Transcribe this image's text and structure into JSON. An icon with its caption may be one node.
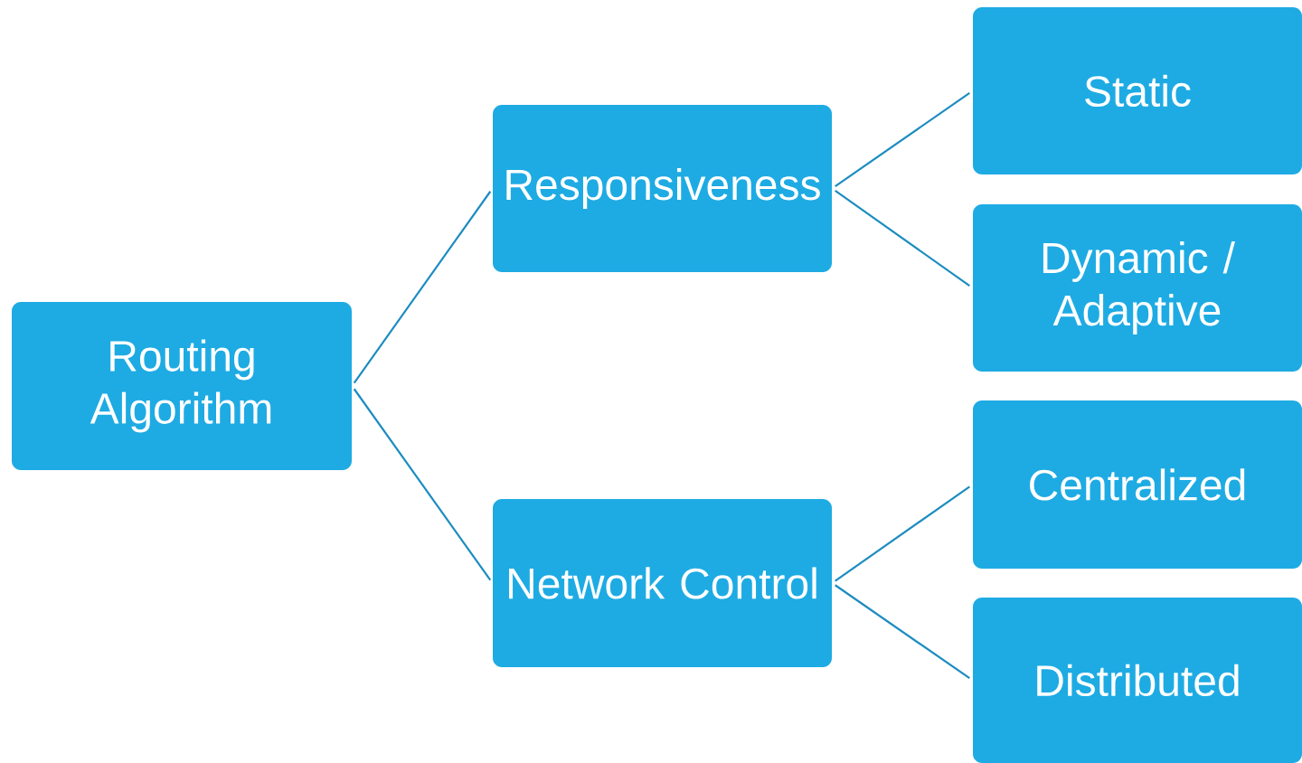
{
  "diagram": {
    "nodes": [
      {
        "text": [
          "Routing Algorithm"
        ]
      },
      {
        "text": [
          "Responsiveness"
        ]
      },
      {
        "text": [
          "Network Control"
        ]
      },
      {
        "text": [
          "Static"
        ]
      },
      {
        "text": [
          "Dynamic / Adaptive"
        ]
      },
      {
        "text": [
          "Centralized"
        ]
      },
      {
        "text": [
          "Distributed"
        ]
      }
    ],
    "edges": [
      {
        "from": 0,
        "to": 1,
        "arrow": "none"
      },
      {
        "from": 0,
        "to": 2,
        "arrow": "none"
      },
      {
        "from": 1,
        "to": 3,
        "arrow": "none"
      },
      {
        "from": 1,
        "to": 4,
        "arrow": "none"
      },
      {
        "from": 2,
        "to": 5,
        "arrow": "none"
      },
      {
        "from": 2,
        "to": 6,
        "arrow": "none"
      }
    ]
  }
}
